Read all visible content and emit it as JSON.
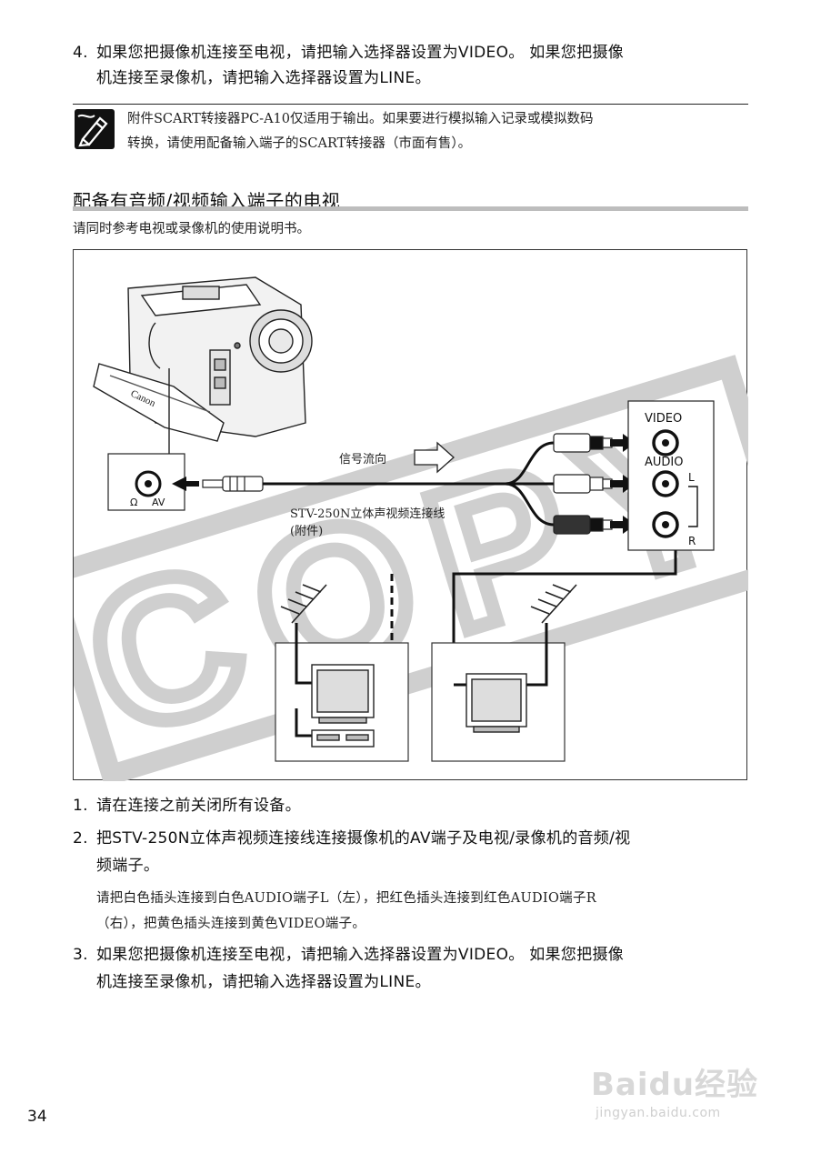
{
  "top_step": {
    "number": "4.",
    "line1": "如果您把摄像机连接至电视，请把输入选择器设置为VIDEO。 如果您把摄像",
    "line2": "机连接至录像机，请把输入选择器设置为LINE。"
  },
  "note": {
    "icon": "pencil-note-icon",
    "line1": "附件SCART转接器PC-A10仅适用于输出。如果要进行模拟输入记录或模拟数码",
    "line2": "转换，请使用配备输入端子的SCART转接器（市面有售）。"
  },
  "section": {
    "heading": "配备有音频/视频输入端子的电视",
    "subnote": "请同时参考电视或录像机的使用说明书。"
  },
  "figure": {
    "brand": "Canon",
    "jack_label_av": "AV",
    "jack_symbol": "Ω",
    "signal_label": "信号流向",
    "cable_line1": "STV-250N立体声视频连接线",
    "cable_line2": "(附件)",
    "tv_label_video": "VIDEO",
    "tv_label_audio": "AUDIO",
    "tv_label_l": "L",
    "tv_label_r": "R",
    "watermark": "COPY"
  },
  "steps": [
    {
      "number": "1.",
      "line1": "请在连接之前关闭所有设备。"
    },
    {
      "number": "2.",
      "line1": "把STV-250N立体声视频连接线连接摄像机的AV端子及电视/录像机的音频/视",
      "line2": "频端子。",
      "detail1": "请把白色插头连接到白色AUDIO端子L（左），把红色插头连接到红色AUDIO端子R",
      "detail2": "（右），把黄色插头连接到黄色VIDEO端子。"
    },
    {
      "number": "3.",
      "line1": "如果您把摄像机连接至电视，请把输入选择器设置为VIDEO。 如果您把摄像",
      "line2": "机连接至录像机，请把输入选择器设置为LINE。"
    }
  ],
  "page_number": "34",
  "site_watermark": {
    "main": "Baidu经验",
    "sub": "jingyan.baidu.com"
  }
}
